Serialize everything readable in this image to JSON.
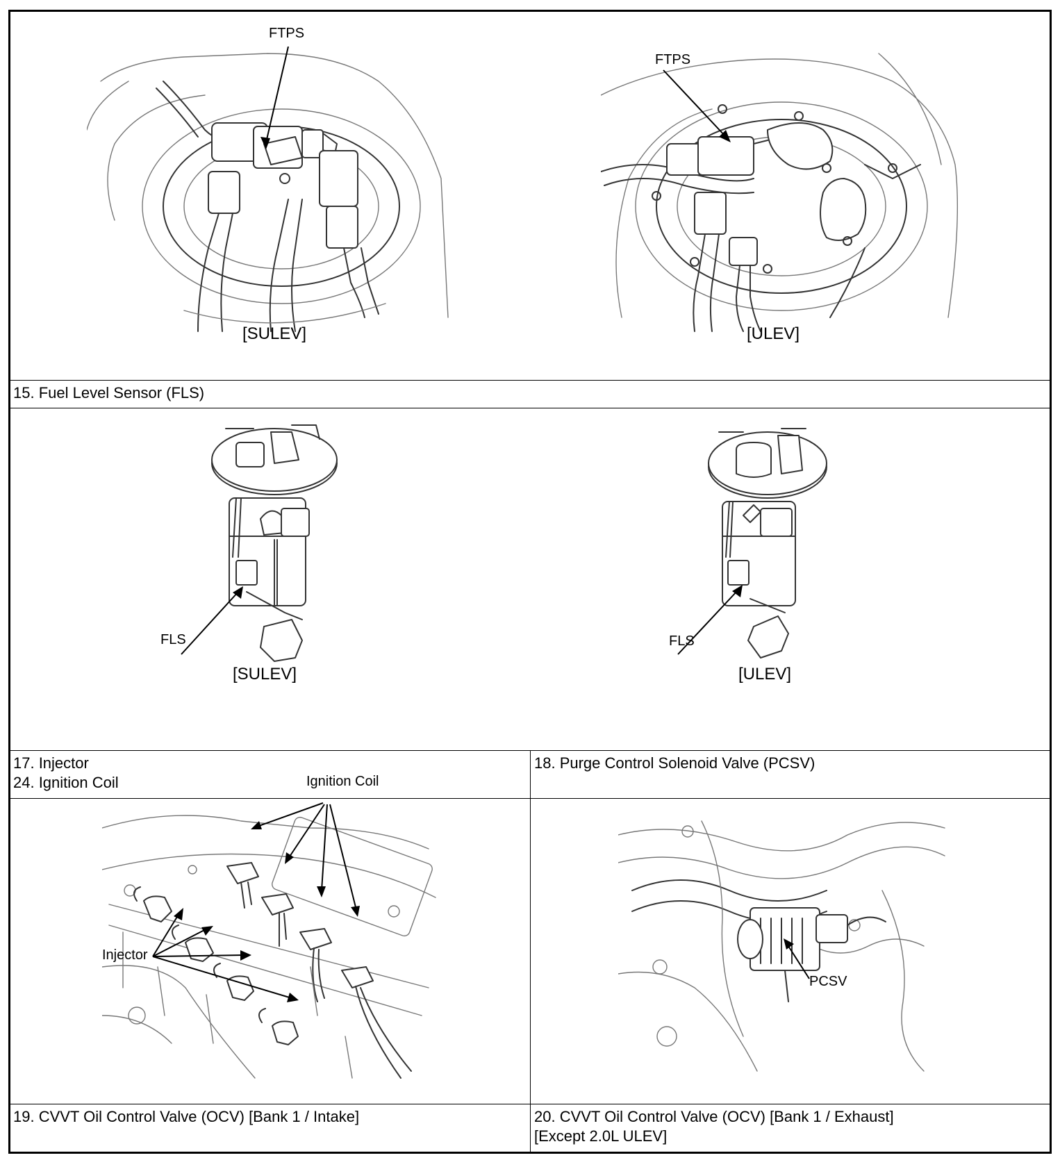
{
  "section_15": {
    "title": "15. Fuel Level Sensor (FLS)"
  },
  "row1": {
    "left": {
      "caption": "[SULEV]",
      "callout": "FTPS"
    },
    "right": {
      "caption": "[ULEV]",
      "callout": "FTPS"
    }
  },
  "row2": {
    "left": {
      "caption": "[SULEV]",
      "callout": "FLS"
    },
    "right": {
      "caption": "[ULEV]",
      "callout": "FLS"
    }
  },
  "section_17_24": {
    "line1": "17. Injector",
    "line2": "24. Ignition Coil"
  },
  "section_18": {
    "title": "18. Purge Control Solenoid Valve (PCSV)"
  },
  "row3": {
    "left": {
      "callout_top": "Ignition Coil",
      "callout_left": "Injector"
    },
    "right": {
      "callout": "PCSV"
    }
  },
  "section_19": {
    "title": "19. CVVT Oil Control Valve (OCV) [Bank 1 / Intake]"
  },
  "section_20": {
    "line1": "20. CVVT Oil Control Valve (OCV) [Bank 1 / Exhaust]",
    "line2": "[Except 2.0L ULEV]"
  }
}
